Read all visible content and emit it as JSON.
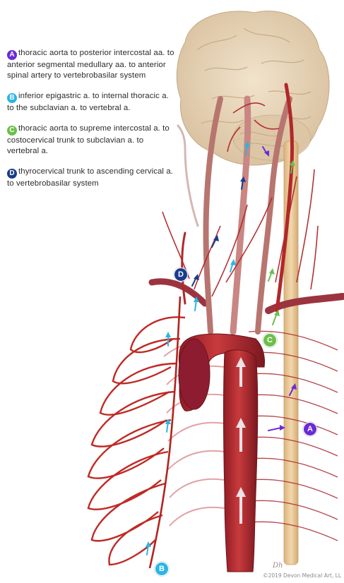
{
  "legend": [
    {
      "letter": "A",
      "color": "#6a2bd6",
      "text": "thoracic aorta to posterior intercostal aa. to anterior segmental medullary aa. to  anterior spinal artery to vertebrobasilar system"
    },
    {
      "letter": "B",
      "color": "#29b6e6",
      "text": "inferior epigastric a. to internal thoracic a. to the subclavian a. to vertebral a."
    },
    {
      "letter": "C",
      "color": "#6cc04a",
      "text": "thoracic aorta to supreme intercostal a. to costocervical trunk to subclavian a. to vertebral a."
    },
    {
      "letter": "D",
      "color": "#1a3c8c",
      "text": "thyrocervical trunk to ascending cervical a. to vertebrobasilar system"
    }
  ],
  "markers": {
    "A": "A",
    "B": "B",
    "C": "C",
    "D": "D"
  },
  "colors": {
    "artery": "#b0282a",
    "artery_dark": "#7a1a22",
    "brain": "#e6d3b6",
    "cord": "#e8c79a",
    "arrow_light": "#eef6ff"
  },
  "copyright": "©2019 Devon Medical Art, LL",
  "signature": "Dh"
}
